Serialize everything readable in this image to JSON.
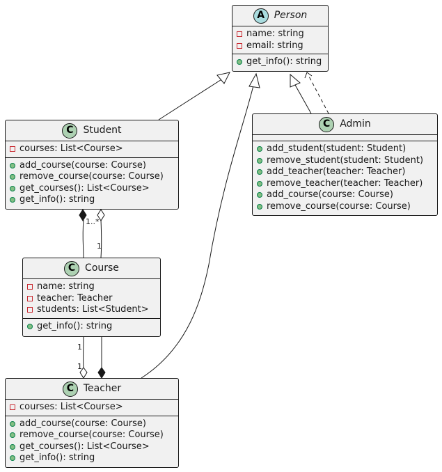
{
  "classes": {
    "person": {
      "name": "Person",
      "stereotype_icon": "A",
      "attributes": [
        "name: string",
        "email: string"
      ],
      "methods": [
        "get_info(): string"
      ]
    },
    "student": {
      "name": "Student",
      "stereotype_icon": "C",
      "attributes": [
        "courses: List<Course>"
      ],
      "methods": [
        "add_course(course: Course)",
        "remove_course(course: Course)",
        "get_courses(): List<Course>",
        "get_info(): string"
      ]
    },
    "admin": {
      "name": "Admin",
      "stereotype_icon": "C",
      "attributes": [],
      "methods": [
        "add_student(student: Student)",
        "remove_student(student: Student)",
        "add_teacher(teacher: Teacher)",
        "remove_teacher(teacher: Teacher)",
        "add_course(course: Course)",
        "remove_course(course: Course)"
      ]
    },
    "course": {
      "name": "Course",
      "stereotype_icon": "C",
      "attributes": [
        "name: string",
        "teacher: Teacher",
        "students: List<Student>"
      ],
      "methods": [
        "get_info(): string"
      ]
    },
    "teacher": {
      "name": "Teacher",
      "stereotype_icon": "C",
      "attributes": [
        "courses: List<Course>"
      ],
      "methods": [
        "add_course(course: Course)",
        "remove_course(course: Course)",
        "get_courses(): List<Course>",
        "get_info(): string"
      ]
    }
  },
  "multiplicities": {
    "student_course_student_end": "1..*",
    "student_course_course_end": "1",
    "course_teacher_course_end": "1",
    "course_teacher_teacher_end": "1"
  },
  "colors": {
    "class_fill": "#f1f1f1",
    "class_badge": "#add1b2",
    "abstract_badge": "#a9dcdf",
    "line": "#181818"
  }
}
